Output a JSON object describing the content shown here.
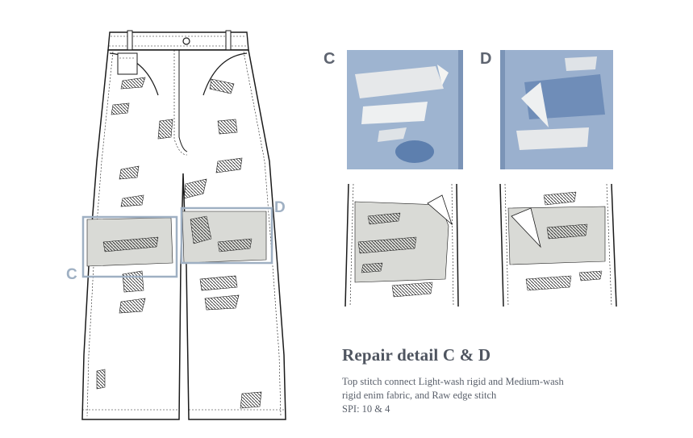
{
  "markers": {
    "c": "C",
    "d": "D"
  },
  "panels": {
    "c": "C",
    "d": "D"
  },
  "repair": {
    "title": "Repair detail C & D",
    "line1": "Top stitch connect Light-wash rigid and Medium-wash",
    "line2": "rigid enim fabric, and Raw edge stitch",
    "line3": "SPI: 10 & 4"
  },
  "colors": {
    "line": "#1a1a1a",
    "highlight_box": "#9fb0c3",
    "patch_fill": "#d9dad6",
    "denim_light": "#a9bdd6",
    "denim_mid": "#6f8db8",
    "text": "#5a606b"
  }
}
